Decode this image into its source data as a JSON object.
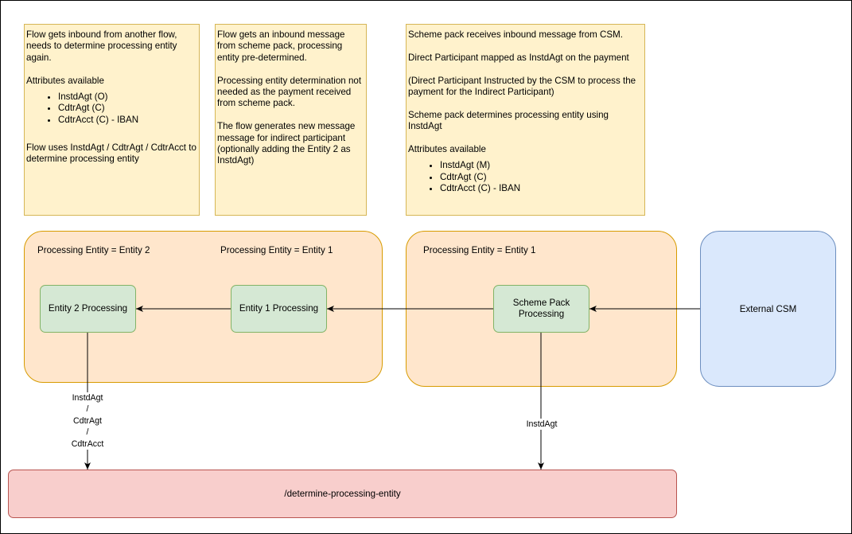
{
  "notes": {
    "flow_inbound": {
      "intro": "Flow gets inbound from another flow, needs to determine processing entity again.",
      "attributes_heading": "Attributes available",
      "attributes": [
        "InstdAgt (O)",
        "CdtrAgt (C)",
        "CdtrAcct (C) - IBAN"
      ],
      "conclusion": "Flow uses InstdAgt / CdtrAgt / CdtrAcct to determine processing entity"
    },
    "scheme_pack_message": {
      "intro": "Flow gets an inbound message from scheme pack, processing entity pre-determined.",
      "reason": "Processing entity determination not needed as the payment received from scheme pack.",
      "generation": "The flow generates new message message for indirect participant (optionally adding the Entity 2 as InstdAgt)"
    },
    "csm_inbound": {
      "intro": "Scheme pack receives inbound message from CSM.",
      "mapping": "Direct Participant mapped as InstdAgt on the payment",
      "explanation": "(Direct Participant Instructed by the CSM to process the payment for the Indirect Participant)",
      "determination": "Scheme pack determines processing entity using InstdAgt",
      "attributes_heading": "Attributes available",
      "attributes": [
        "InstdAgt (M)",
        "CdtrAgt (C)",
        "CdtrAcct (C) - IBAN"
      ]
    }
  },
  "containers": {
    "left": {
      "label_entity2": "Processing Entity = Entity 2",
      "label_entity1": "Processing Entity = Entity 1"
    },
    "right": {
      "label": "Processing Entity = Entity 1"
    }
  },
  "nodes": {
    "entity2": "Entity 2 Processing",
    "entity1": "Entity 1 Processing",
    "scheme_pack": "Scheme Pack Processing",
    "external_csm": "External CSM",
    "determine": "/determine-processing-entity"
  },
  "edges": {
    "entity2_to_determine": [
      "InstdAgt",
      "/",
      "CdtrAgt",
      "/",
      "CdtrAcct"
    ],
    "scheme_to_determine": "InstdAgt"
  },
  "colors": {
    "note_fill": "#fff2cc",
    "note_stroke": "#d6b656",
    "container_fill": "#ffe6cc",
    "container_stroke": "#d79b00",
    "process_fill": "#d5e8d4",
    "process_stroke": "#82b366",
    "csm_fill": "#dae8fc",
    "csm_stroke": "#6c8ebf",
    "endpoint_fill": "#f8cecc",
    "endpoint_stroke": "#b85450"
  }
}
